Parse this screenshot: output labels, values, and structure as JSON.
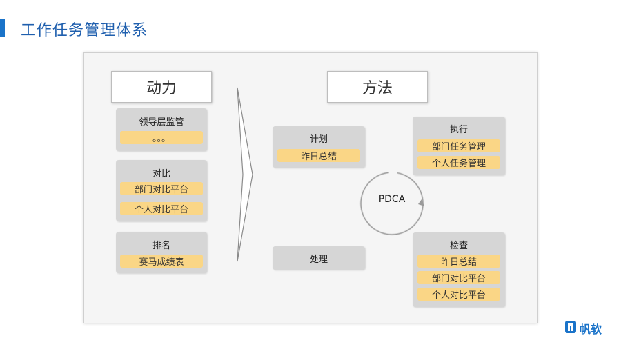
{
  "title": "工作任务管理体系",
  "colors": {
    "accent": "#1a73c9",
    "group_bg": "#d6d6d6",
    "pill": "#fad686",
    "frame_bg": "#f5f5f5"
  },
  "motivation": {
    "heading": "动力",
    "groups": [
      {
        "title": "领导层监管",
        "items": [
          "。。。"
        ]
      },
      {
        "title": "对比",
        "items": [
          "部门对比平台",
          "个人对比平台"
        ]
      },
      {
        "title": "排名",
        "items": [
          "赛马成绩表"
        ]
      }
    ]
  },
  "method": {
    "heading": "方法",
    "center": "PDCA",
    "plan": {
      "title": "计划",
      "items": [
        "昨日总结"
      ]
    },
    "do": {
      "title": "执行",
      "items": [
        "部门任务管理",
        "个人任务管理"
      ]
    },
    "check": {
      "title": "检查",
      "items": [
        "昨日总结",
        "部门对比平台",
        "个人对比平台"
      ]
    },
    "act": {
      "title": "处理",
      "items": []
    }
  },
  "logo": {
    "name": "帆软",
    "icon": "fanruan-logo-icon"
  }
}
